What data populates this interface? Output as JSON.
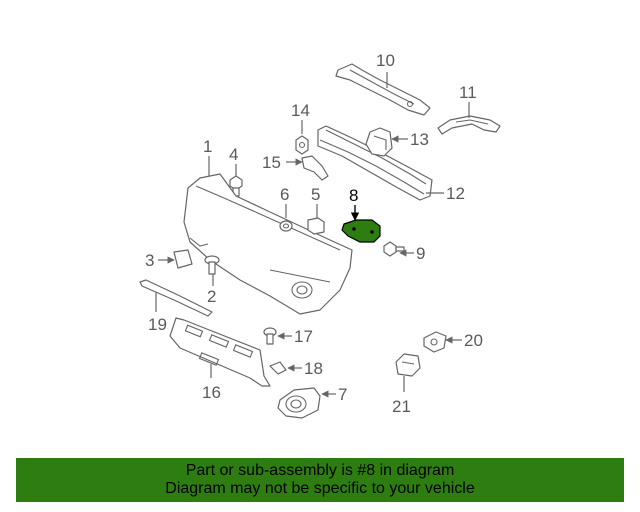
{
  "diagram": {
    "highlighted_part": "8",
    "highlight_color": "#2e7d10",
    "labels": {
      "p1": "1",
      "p2": "2",
      "p3": "3",
      "p4": "4",
      "p5": "5",
      "p6": "6",
      "p7": "7",
      "p8": "8",
      "p9": "9",
      "p10": "10",
      "p11": "11",
      "p12": "12",
      "p13": "13",
      "p14": "14",
      "p15": "15",
      "p16": "16",
      "p17": "17",
      "p18": "18",
      "p19": "19",
      "p20": "20",
      "p21": "21"
    }
  },
  "banner": {
    "line1": "Part or sub-assembly is #8 in diagram",
    "line2": "Diagram may not be specific to your vehicle",
    "color": "#2e7d10"
  }
}
